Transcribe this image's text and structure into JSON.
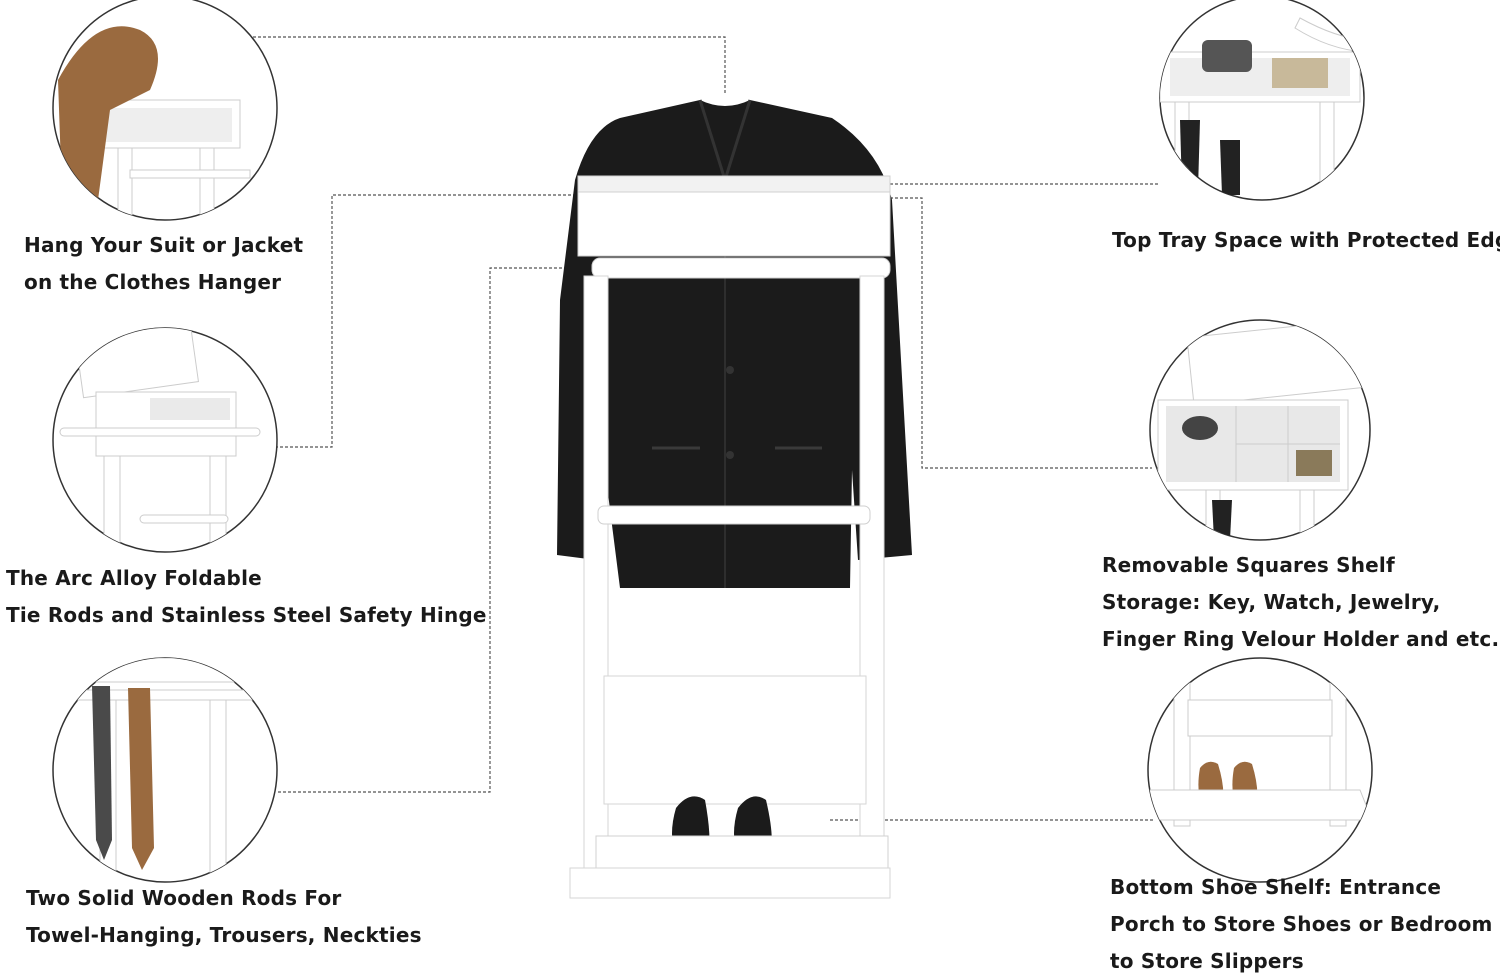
{
  "features": [
    {
      "id": "hanger",
      "lines": [
        "Hang Your Suit or Jacket",
        "on the Clothes Hanger"
      ]
    },
    {
      "id": "tie-rods",
      "lines": [
        "The Arc Alloy Foldable",
        "Tie Rods and Stainless Steel Safety Hinge"
      ]
    },
    {
      "id": "wooden-rods",
      "lines": [
        "Two Solid Wooden Rods For",
        "Towel-Hanging, Trousers, Neckties"
      ]
    },
    {
      "id": "top-tray",
      "lines": [
        "Top Tray Space with Protected Edge"
      ]
    },
    {
      "id": "squares-shelf",
      "lines": [
        "Removable Squares Shelf",
        "Storage: Key,  Watch, Jewelry,",
        "Finger Ring Velour Holder and etc."
      ]
    },
    {
      "id": "shoe-shelf",
      "lines": [
        "Bottom Shoe Shelf: Entrance",
        "Porch to Store Shoes or Bedroom",
        "to Store Slippers"
      ]
    }
  ],
  "colors": {
    "furniture": "#ffffff",
    "furniture_shade": "#e6e6e6",
    "jacket": "#1b1b1b",
    "leather": "#9a6a3f",
    "leader_line": "#555555"
  },
  "icons": [
    "suit-jacket-icon",
    "shoes-icon",
    "necktie-icon",
    "belt-icon",
    "wallet-icon"
  ]
}
